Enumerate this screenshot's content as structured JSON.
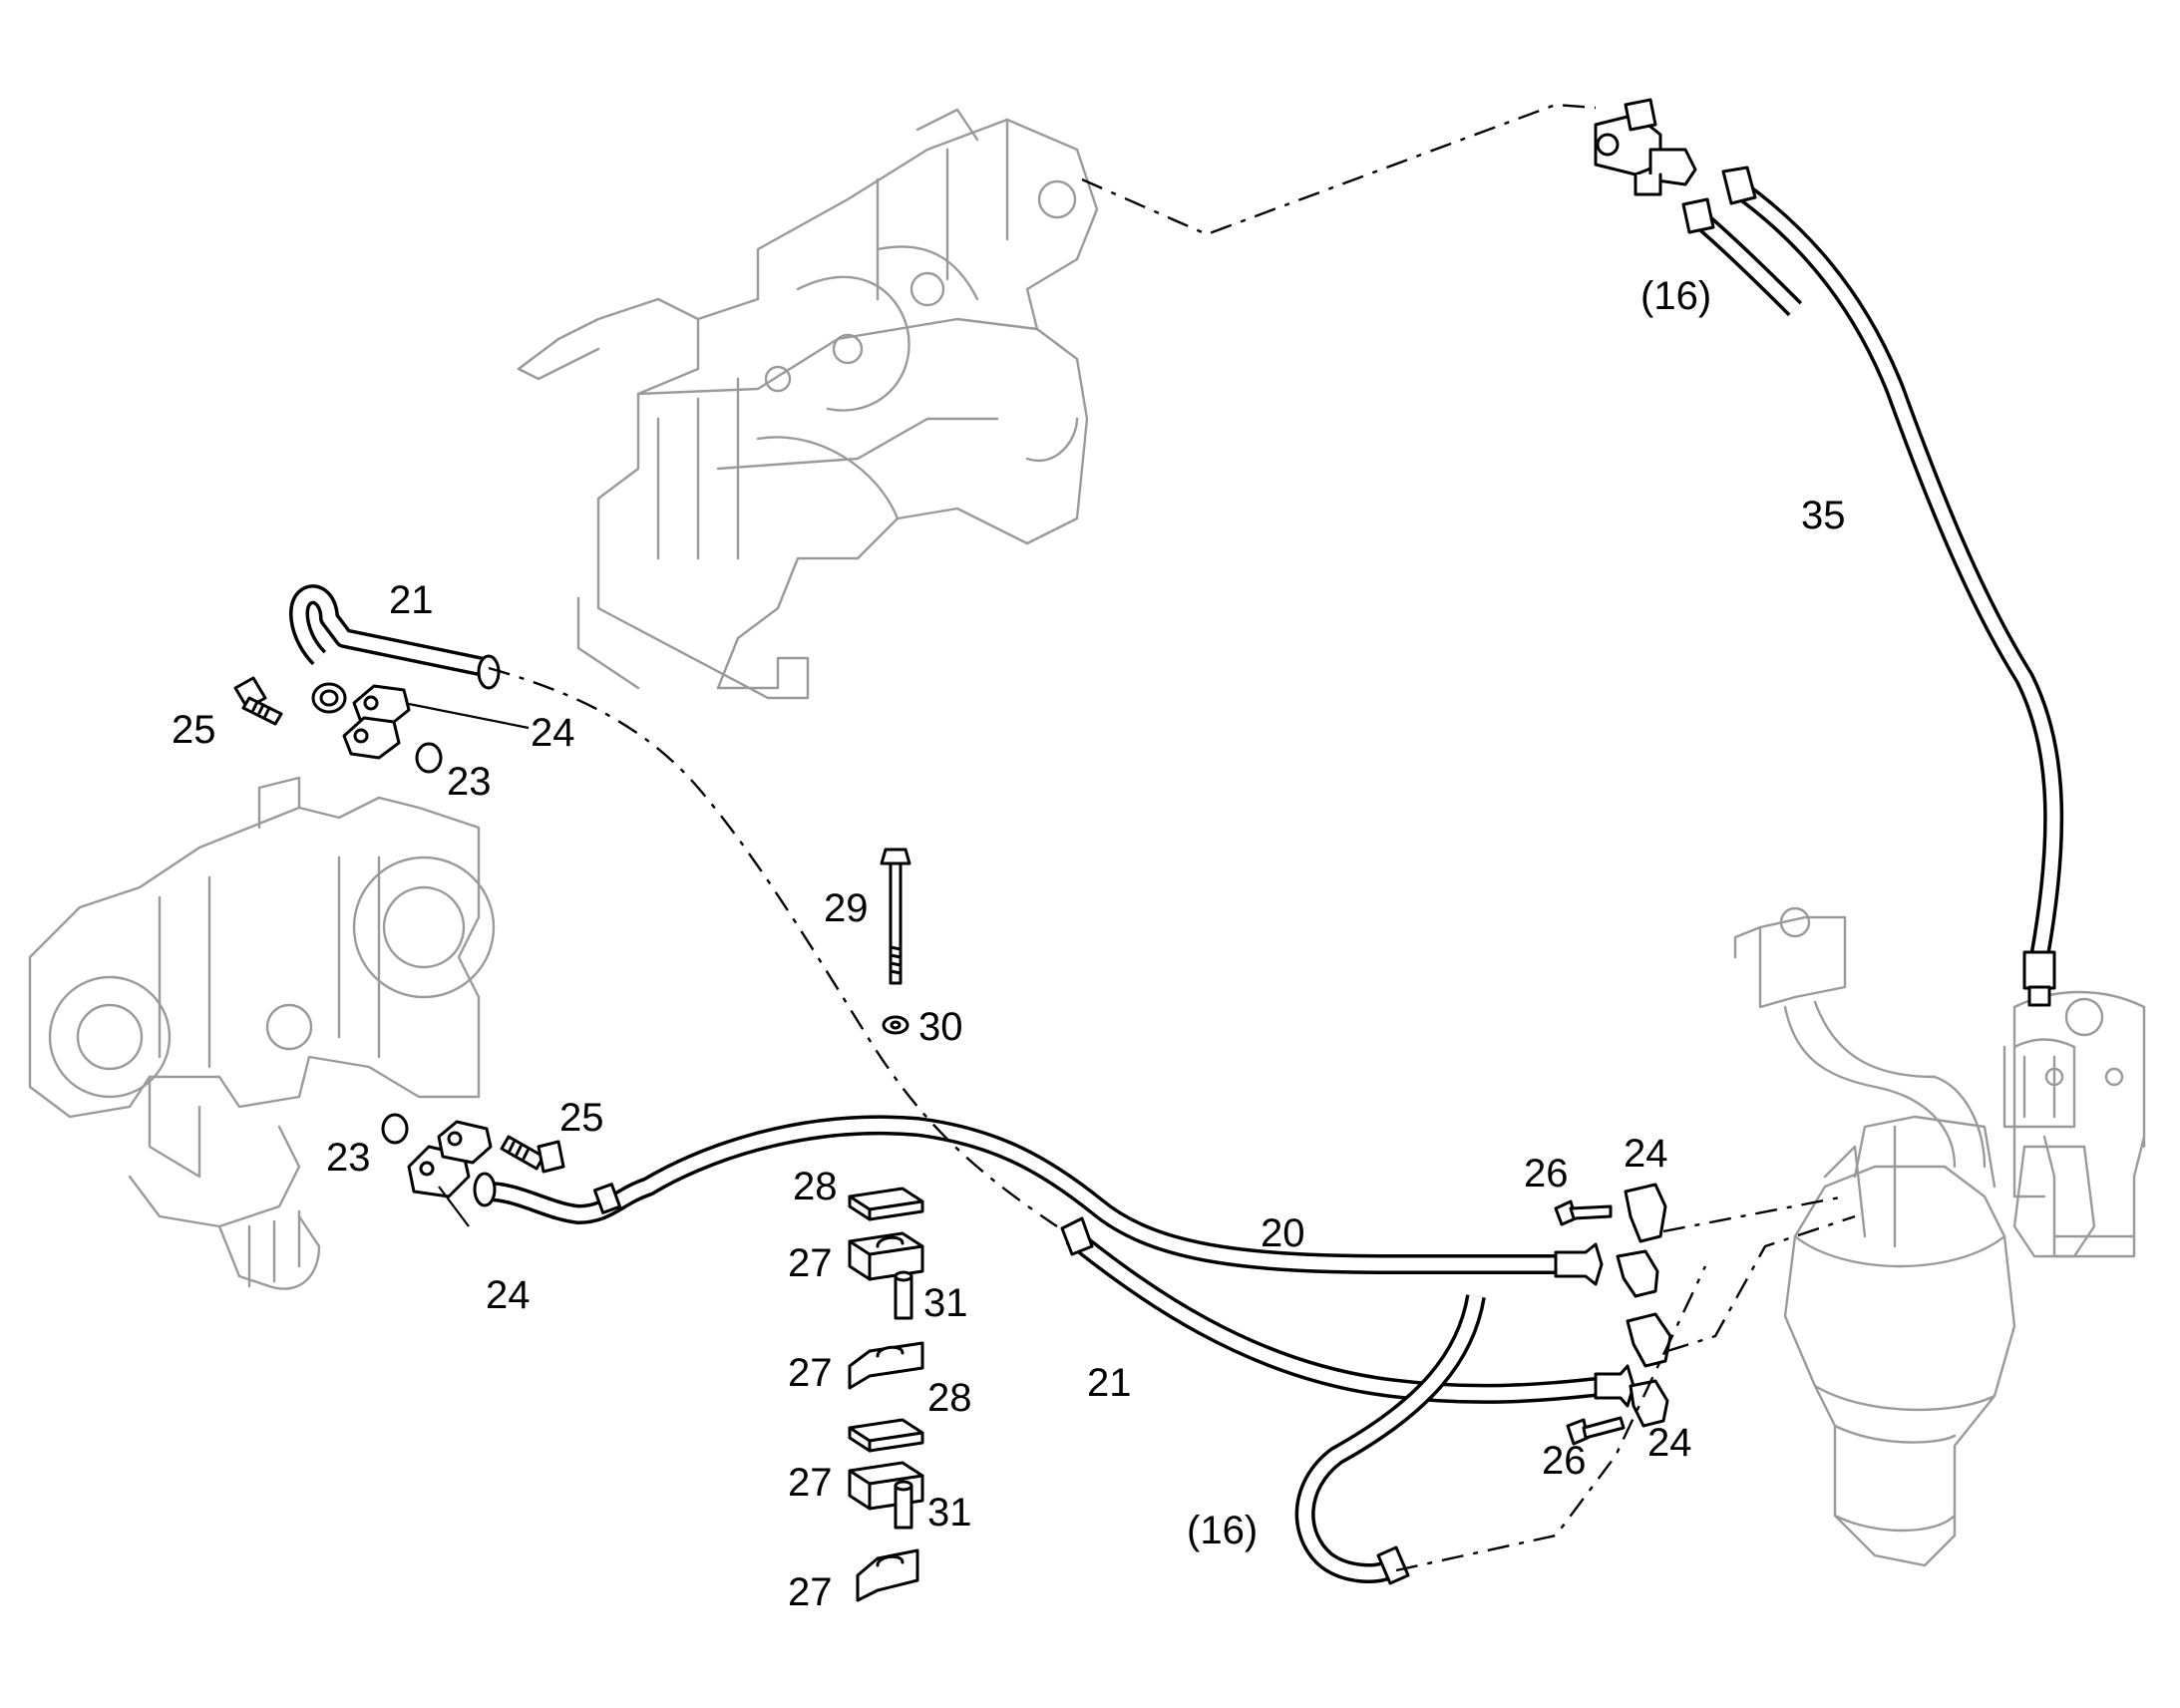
{
  "diagram": {
    "callouts": [
      {
        "id": "c16a",
        "text": "(16)"
      },
      {
        "id": "c35",
        "text": "35"
      },
      {
        "id": "c21a",
        "text": "21"
      },
      {
        "id": "c25a",
        "text": "25"
      },
      {
        "id": "c24a",
        "text": "24"
      },
      {
        "id": "c23a",
        "text": "23"
      },
      {
        "id": "c29",
        "text": "29"
      },
      {
        "id": "c30",
        "text": "30"
      },
      {
        "id": "c25b",
        "text": "25"
      },
      {
        "id": "c23b",
        "text": "23"
      },
      {
        "id": "c24b",
        "text": "24"
      },
      {
        "id": "c28a",
        "text": "28"
      },
      {
        "id": "c27a",
        "text": "27"
      },
      {
        "id": "c31a",
        "text": "31"
      },
      {
        "id": "c27b",
        "text": "27"
      },
      {
        "id": "c28b",
        "text": "28"
      },
      {
        "id": "c27c",
        "text": "27"
      },
      {
        "id": "c31b",
        "text": "31"
      },
      {
        "id": "c27d",
        "text": "27"
      },
      {
        "id": "c20",
        "text": "20"
      },
      {
        "id": "c21b",
        "text": "21"
      },
      {
        "id": "c26a",
        "text": "26"
      },
      {
        "id": "c24c",
        "text": "24"
      },
      {
        "id": "c26b",
        "text": "26"
      },
      {
        "id": "c24d",
        "text": "24"
      },
      {
        "id": "c16b",
        "text": "(16)"
      }
    ]
  }
}
